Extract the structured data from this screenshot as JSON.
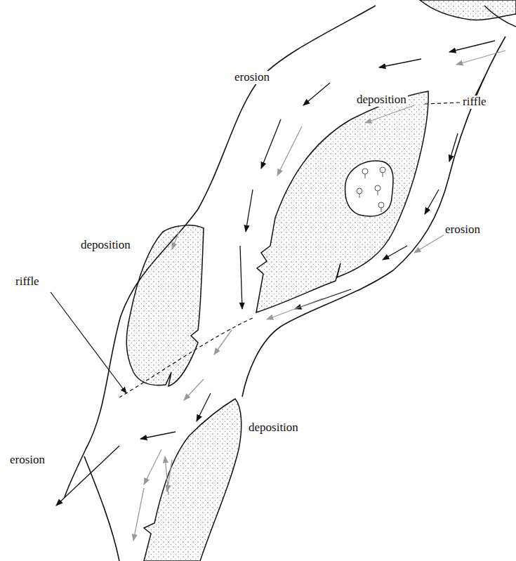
{
  "diagram": {
    "labels": [
      "erosion",
      "deposition",
      "riffle",
      "erosion",
      "deposition",
      "riffle",
      "deposition",
      "erosion"
    ]
  }
}
